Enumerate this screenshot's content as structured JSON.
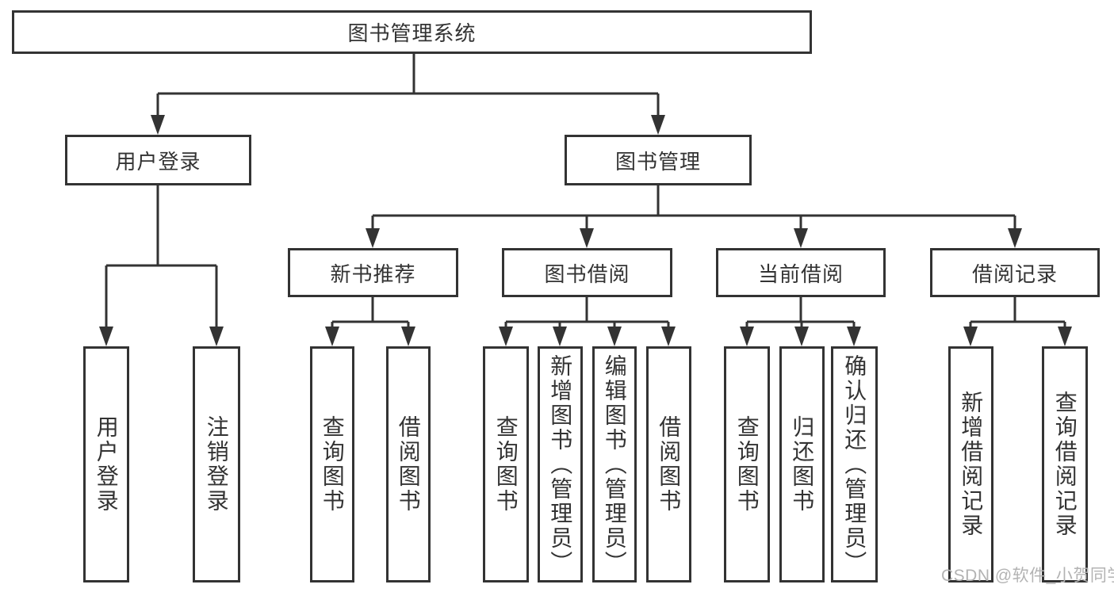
{
  "colors": {
    "line": "#333333",
    "text": "#333333",
    "box_border": "#333333",
    "box_background": "#ffffff",
    "page_background": "#ffffff",
    "watermark": "#b3b3b3"
  },
  "tree": {
    "label": "图书管理系统",
    "children": [
      {
        "label": "用户登录",
        "children": [
          {
            "label": "用户登录"
          },
          {
            "label": "注销登录"
          }
        ]
      },
      {
        "label": "图书管理",
        "children": [
          {
            "label": "新书推荐",
            "children": [
              {
                "label": "查询图书"
              },
              {
                "label": "借阅图书"
              }
            ]
          },
          {
            "label": "图书借阅",
            "children": [
              {
                "label": "查询图书"
              },
              {
                "label": "新增图书（管理员）"
              },
              {
                "label": "编辑图书（管理员）"
              },
              {
                "label": "借阅图书"
              }
            ]
          },
          {
            "label": "当前借阅",
            "children": [
              {
                "label": "查询图书"
              },
              {
                "label": "归还图书"
              },
              {
                "label": "确认归还（管理员）"
              }
            ]
          },
          {
            "label": "借阅记录",
            "children": [
              {
                "label": "新增借阅记录"
              },
              {
                "label": "查询借阅记录"
              }
            ]
          }
        ]
      }
    ]
  },
  "watermark": {
    "text": "CSDN @软件_小贺同学"
  }
}
